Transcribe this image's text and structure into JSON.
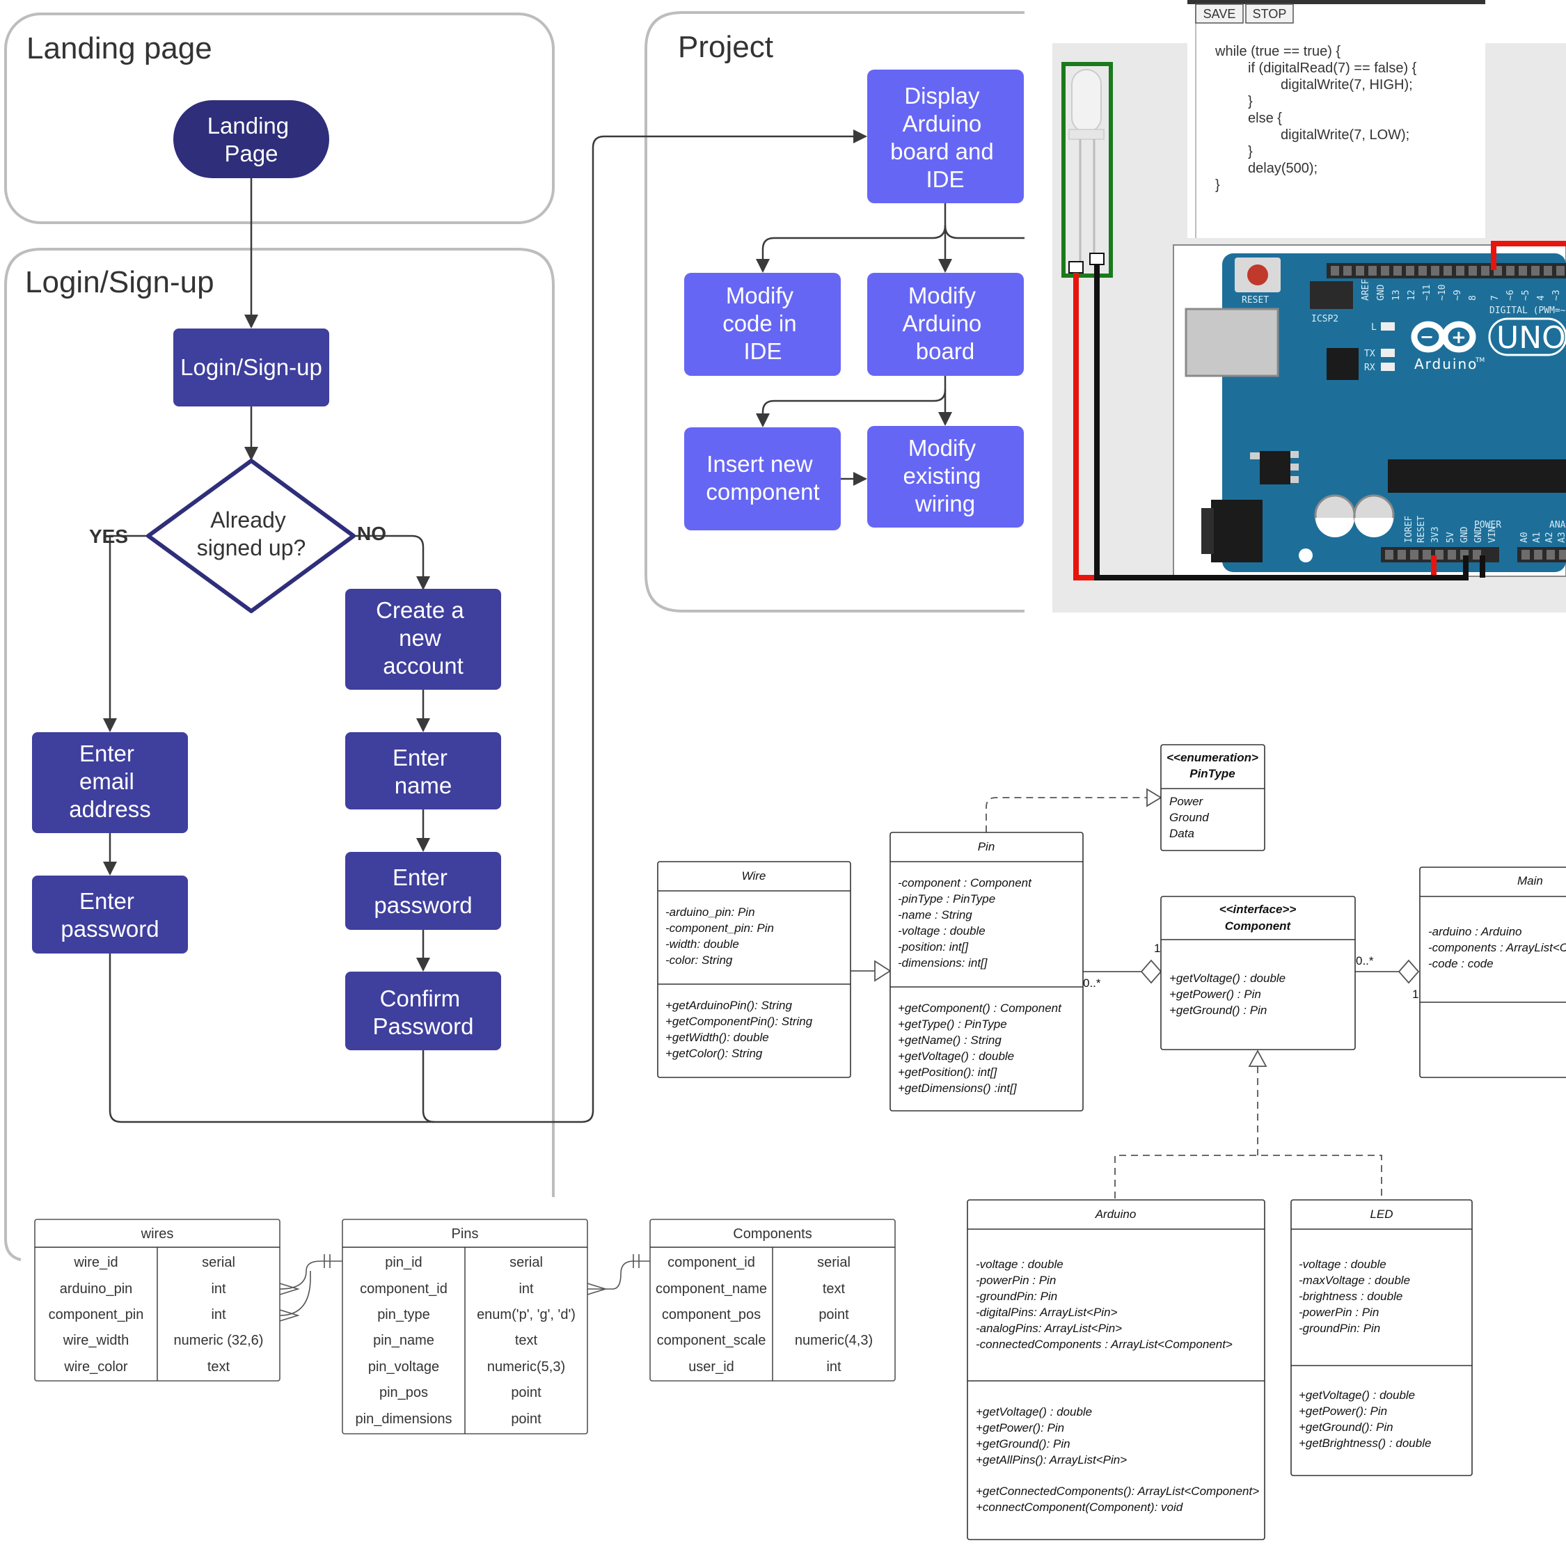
{
  "regions": {
    "landing": "Landing page",
    "login": "Login/Sign-up",
    "project": "Project"
  },
  "flow": {
    "landing_page": [
      "Landing",
      "Page"
    ],
    "login_signup": [
      "Login/Sign-up"
    ],
    "decision": [
      "Already",
      "signed up?"
    ],
    "yes": "YES",
    "no": "NO",
    "create_account": [
      "Create a",
      "new",
      "account"
    ],
    "enter_email": [
      "Enter",
      "email",
      "address"
    ],
    "enter_name": [
      "Enter",
      "name"
    ],
    "enter_password_left": [
      "Enter",
      "password"
    ],
    "enter_password_right": [
      "Enter",
      "password"
    ],
    "confirm_password": [
      "Confirm",
      "Password"
    ],
    "display_board": [
      "Display",
      "Arduino",
      "board and",
      "IDE"
    ],
    "modify_code": [
      "Modify",
      "code in",
      "IDE"
    ],
    "modify_board": [
      "Modify",
      "Arduino",
      "board"
    ],
    "insert_component": [
      "Insert new",
      "component"
    ],
    "modify_wiring": [
      "Modify",
      "existing",
      "wiring"
    ]
  },
  "ide": {
    "save_label": "SAVE",
    "stop_label": "STOP",
    "code_lines": [
      "while (true == true) {",
      "if (digitalRead(7) == false) {",
      "digitalWrite(7, HIGH);",
      "}",
      "else {",
      "digitalWrite(7, LOW);",
      "}",
      "delay(500);",
      "}"
    ]
  },
  "board": {
    "reset": "RESET",
    "icsp2": "ICSP2",
    "aref": "AREF",
    "gnd": "GND",
    "pin13": "13",
    "pin12": "12",
    "pin11": "~11",
    "pin10": "~10",
    "pin9": "~9",
    "pin8": "8",
    "pin7": "7",
    "pin6": "~6",
    "pin5": "~5",
    "pin4": "4",
    "pin3": "~3",
    "digital": "DIGITAL (PWM=~",
    "l": "L",
    "tx": "TX",
    "rx": "RX",
    "uno": "UNO",
    "arduino": "Arduino",
    "tm": "TM",
    "ioref": "IOREF",
    "reset_bottom": "RESET",
    "v33": "3V3",
    "v5": "5V",
    "gnd1": "GND",
    "gnd2": "GND",
    "vin": "VIN",
    "power": "POWER",
    "analog": "ANA",
    "a0": "A0",
    "a1": "A1",
    "a2": "A2",
    "a3": "A3"
  },
  "uml": {
    "pintype": {
      "stereo": "<<enumeration>",
      "name": "PinType",
      "values": [
        "Power",
        "Ground",
        "Data"
      ]
    },
    "pin": {
      "name": "Pin",
      "attrs": [
        "-component : Component",
        "-pinType : PinType",
        "-name : String",
        "-voltage : double",
        "-position: int[]",
        "-dimensions: int[]"
      ],
      "ops": [
        "+getComponent() : Component",
        "+getType() : PinType",
        "+getName() : String",
        "+getVoltage() : double",
        "+getPosition(): int[]",
        "+getDimensions() :int[]"
      ]
    },
    "wire": {
      "name": "Wire",
      "attrs": [
        "-arduino_pin: Pin",
        "-component_pin: Pin",
        "-width: double",
        "-color: String"
      ],
      "ops": [
        "+getArduinoPin(): String",
        "+getComponentPin(): String",
        "+getWidth(): double",
        "+getColor(): String"
      ]
    },
    "component": {
      "stereo": "<<interface>>",
      "name": "Component",
      "ops": [
        "+getVoltage() : double",
        "+getPower() : Pin",
        "+getGround() : Pin"
      ]
    },
    "main": {
      "name": "Main",
      "attrs": [
        "-arduino : Arduino",
        "-components : ArrayList<Co",
        "-code : code"
      ]
    },
    "arduino": {
      "name": "Arduino",
      "attrs": [
        "-voltage : double",
        "-powerPin : Pin",
        "-groundPin: Pin",
        "-digitalPins: ArrayList<Pin>",
        "-analogPins: ArrayList<Pin>",
        "-connectedComponents : ArrayList<Component>"
      ],
      "ops": [
        "+getVoltage() : double",
        "+getPower(): Pin",
        "+getGround(): Pin",
        "+getAllPins(): ArrayList<Pin>",
        "",
        "+getConnectedComponents(): ArrayList<Component>",
        "+connectComponent(Component): void"
      ]
    },
    "led": {
      "name": "LED",
      "attrs": [
        "-voltage : double",
        "-maxVoltage : double",
        "-brightness : double",
        "-powerPin : Pin",
        "-groundPin: Pin"
      ],
      "ops": [
        "+getVoltage() : double",
        "+getPower(): Pin",
        "+getGround(): Pin",
        "+getBrightness() : double"
      ]
    },
    "mult_pin": "0..*",
    "mult_comp_1": "1",
    "mult_main": "0..*",
    "mult_main_1": "1"
  },
  "er": {
    "wires": {
      "name": "wires",
      "rows": [
        [
          "wire_id",
          "serial"
        ],
        [
          "arduino_pin",
          "int"
        ],
        [
          "component_pin",
          "int"
        ],
        [
          "wire_width",
          "numeric (32,6)"
        ],
        [
          "wire_color",
          "text"
        ]
      ]
    },
    "pins": {
      "name": "Pins",
      "rows": [
        [
          "pin_id",
          "serial"
        ],
        [
          "component_id",
          "int"
        ],
        [
          "pin_type",
          "enum('p', 'g', 'd')"
        ],
        [
          "pin_name",
          "text"
        ],
        [
          "pin_voltage",
          "numeric(5,3)"
        ],
        [
          "pin_pos",
          "point"
        ],
        [
          "pin_dimensions",
          "point"
        ]
      ]
    },
    "components": {
      "name": "Components",
      "rows": [
        [
          "component_id",
          "serial"
        ],
        [
          "component_name",
          "text"
        ],
        [
          "component_pos",
          "point"
        ],
        [
          "component_scale",
          "numeric(4,3)"
        ],
        [
          "user_id",
          "int"
        ]
      ]
    }
  },
  "colors": {
    "dark_blue": "#3f3f9e",
    "bright_blue": "#6666f5",
    "landing_oval": "#2e2e7a",
    "pcb": "#1d6f99",
    "led_frame": "#1b7a1b",
    "wire_red": "#e8150e"
  }
}
